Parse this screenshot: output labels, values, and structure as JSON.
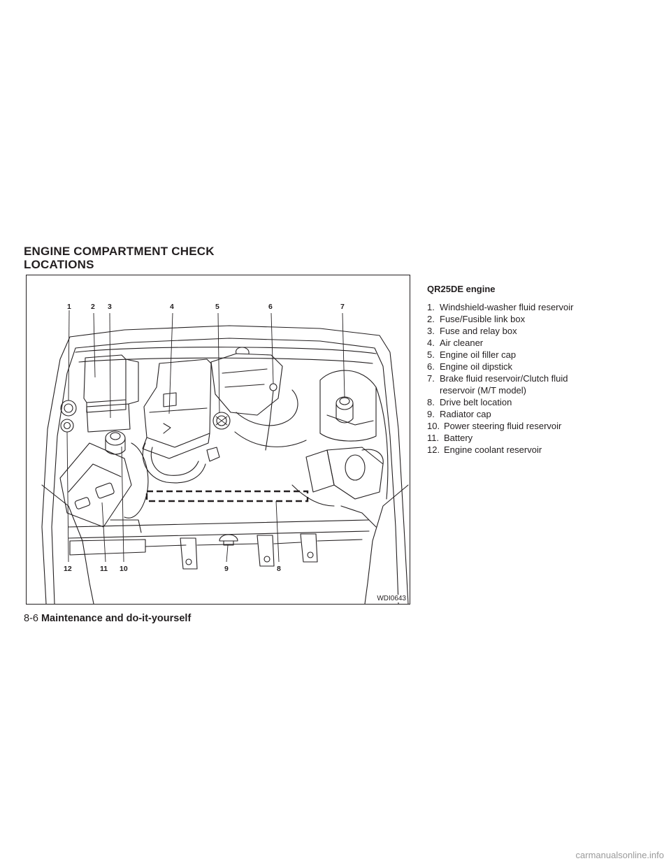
{
  "section_title": [
    "ENGINE COMPARTMENT CHECK",
    "LOCATIONS"
  ],
  "figure": {
    "id": "WDI0643",
    "callouts": [
      "1",
      "2",
      "3",
      "4",
      "5",
      "6",
      "7",
      "8",
      "9",
      "10",
      "11",
      "12"
    ]
  },
  "legend": {
    "title": "QR25DE engine",
    "items": [
      {
        "num": "1.",
        "text": "Windshield-washer fluid reservoir"
      },
      {
        "num": "2.",
        "text": "Fuse/Fusible link box"
      },
      {
        "num": "3.",
        "text": "Fuse and relay box"
      },
      {
        "num": "4.",
        "text": "Air cleaner"
      },
      {
        "num": "5.",
        "text": "Engine oil filler cap"
      },
      {
        "num": "6.",
        "text": "Engine oil dipstick"
      },
      {
        "num": "7.",
        "text": "Brake fluid reservoir/Clutch fluid reservoir (M/T model)"
      },
      {
        "num": "8.",
        "text": "Drive belt location"
      },
      {
        "num": "9.",
        "text": "Radiator cap"
      },
      {
        "num": "10.",
        "text": "Power steering fluid reservoir"
      },
      {
        "num": "11.",
        "text": "Battery"
      },
      {
        "num": "12.",
        "text": "Engine coolant reservoir"
      }
    ]
  },
  "footer": {
    "page_number": "8-6",
    "chapter": "Maintenance and do-it-yourself"
  },
  "watermark": "carmanualsonline.info"
}
